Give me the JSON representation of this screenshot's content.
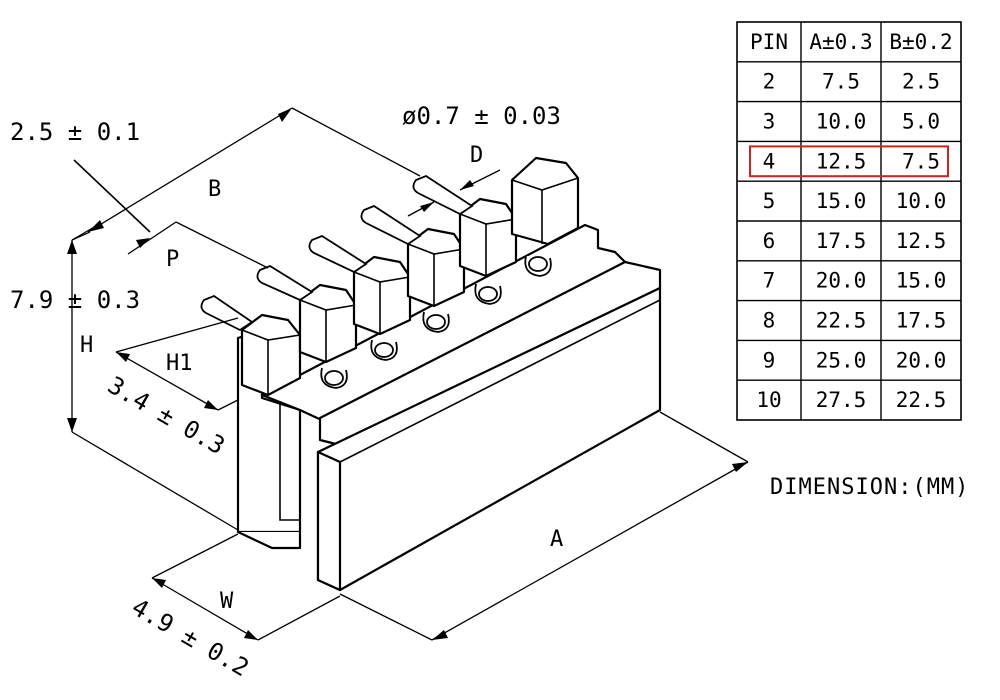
{
  "drawing": {
    "dimensions": {
      "pitch_tol": "2.5 ± 0.1",
      "pin_diameter": "ø0.7 ± 0.03",
      "height": "7.9 ± 0.3",
      "h1": "3.4 ± 0.3",
      "width": "4.9 ± 0.2"
    },
    "letters": {
      "B": "B",
      "P": "P",
      "D": "D",
      "H": "H",
      "H1": "H1",
      "W": "W",
      "A": "A"
    },
    "unit_note": "DIMENSION:(MM)"
  },
  "table": {
    "headers": [
      "PIN",
      "A±0.3",
      "B±0.2"
    ],
    "rows": [
      [
        "2",
        "7.5",
        "2.5"
      ],
      [
        "3",
        "10.0",
        "5.0"
      ],
      [
        "4",
        "12.5",
        "7.5"
      ],
      [
        "5",
        "15.0",
        "10.0"
      ],
      [
        "6",
        "17.5",
        "12.5"
      ],
      [
        "7",
        "20.0",
        "15.0"
      ],
      [
        "8",
        "22.5",
        "17.5"
      ],
      [
        "9",
        "25.0",
        "20.0"
      ],
      [
        "10",
        "27.5",
        "22.5"
      ]
    ],
    "highlighted_row": 2,
    "highlight_color": "#d42020"
  }
}
